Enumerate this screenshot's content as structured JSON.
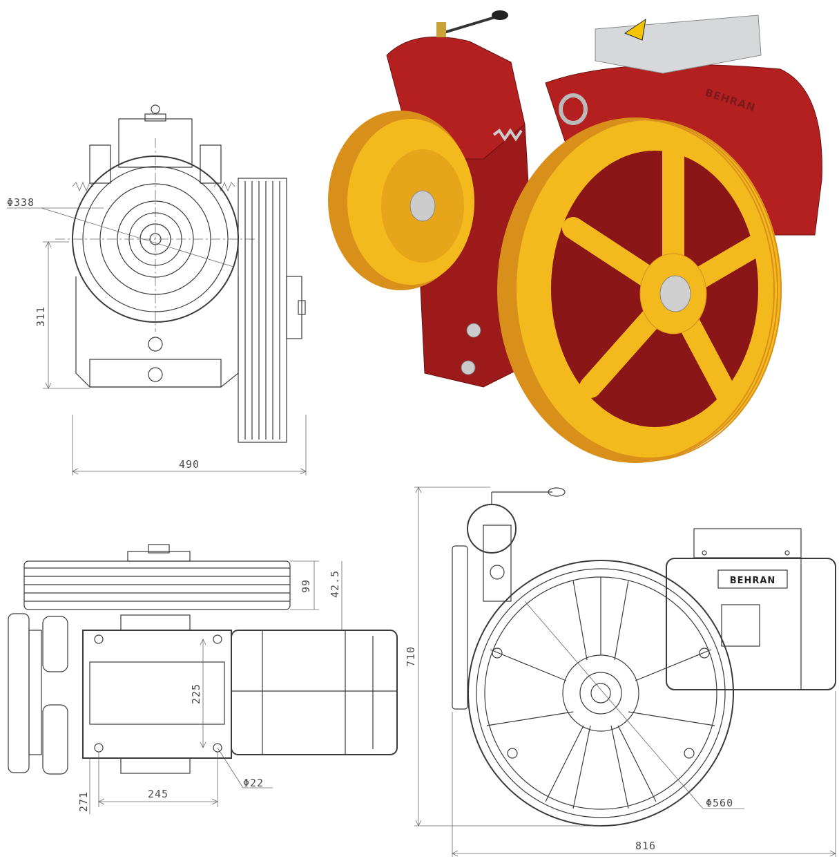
{
  "brand": "BEHRAN",
  "colors": {
    "housing_red": "#b3201f",
    "housing_dark": "#7d1214",
    "pulley_yellow": "#f4b91c",
    "pulley_shade": "#d8901a",
    "box_grey": "#d6d8da",
    "warning_yellow": "#f5c400",
    "drawing_line": "#3a3a3a"
  },
  "views": {
    "front": {
      "dims": {
        "pulley_diameter": "Φ338",
        "shaft_height": "311",
        "overall_width": "490"
      }
    },
    "top": {
      "dims": {
        "groove_width": "99",
        "offset": "42.5",
        "bolt_spacing_y": "225",
        "bolt_spacing_x": "245",
        "edge_offset": "271",
        "bolt_diameter": "Φ22"
      }
    },
    "side": {
      "label": "BEHRAN",
      "dims": {
        "overall_height": "710",
        "overall_length": "816",
        "sheave_diameter": "Φ560"
      }
    }
  }
}
